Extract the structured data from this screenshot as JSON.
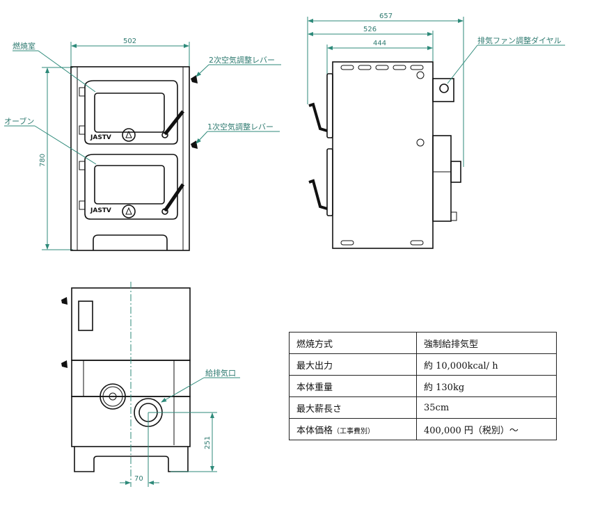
{
  "front_view": {
    "width_dim": "502",
    "height_dim": "780",
    "labels": {
      "combustion_chamber": "燃焼室",
      "oven": "オーブン",
      "secondary_air_lever": "2次空気調整レバー",
      "primary_air_lever": "1次空気調整レバー"
    },
    "door_logo": "JASTV"
  },
  "side_view": {
    "dims": [
      "657",
      "526",
      "444"
    ],
    "labels": {
      "exhaust_fan_dial": "排気ファン調整ダイヤル"
    }
  },
  "back_view": {
    "labels": {
      "intake_exhaust_port": "給排気口"
    },
    "dims": {
      "height": "251",
      "offset": "70"
    }
  },
  "spec_table": {
    "rows": [
      {
        "key": "燃焼方式",
        "value": "強制給排気型"
      },
      {
        "key": "最大出力",
        "value": "約 10,000kcal/ h"
      },
      {
        "key": "本体重量",
        "value": "約 130kg"
      },
      {
        "key": "最大薪長さ",
        "value": "35cm"
      },
      {
        "key": "本体価格",
        "key_note": "（工事費別）",
        "value": "400,000 円（税別）～"
      }
    ]
  }
}
